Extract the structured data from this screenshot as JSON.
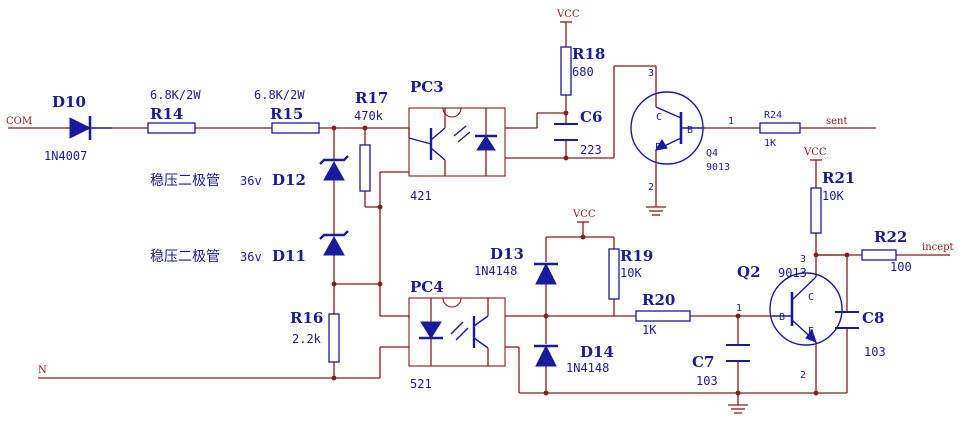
{
  "nets": {
    "com": "COM",
    "n": "N",
    "vcc_top": "VCC",
    "vcc_mid": "VCC",
    "vcc_right": "VCC",
    "sent": "sent",
    "incept": "incept"
  },
  "components": {
    "d10": {
      "ref": "D10",
      "value": "1N4007"
    },
    "r14": {
      "ref": "R14",
      "value": "6.8K/2W"
    },
    "r15": {
      "ref": "R15",
      "value": "6.8K/2W"
    },
    "r17": {
      "ref": "R17",
      "value": "470k"
    },
    "d12": {
      "ref": "D12",
      "desc": "稳压二极管",
      "rating": "36v"
    },
    "d11": {
      "ref": "D11",
      "desc": "稳压二极管",
      "rating": "36v"
    },
    "r16": {
      "ref": "R16",
      "value": "2.2k"
    },
    "pc3": {
      "ref": "PC3",
      "part": "421"
    },
    "pc4": {
      "ref": "PC4",
      "part": "521"
    },
    "r18": {
      "ref": "R18",
      "value": "680"
    },
    "c6": {
      "ref": "C6",
      "value": "223"
    },
    "q4": {
      "ref": "Q4",
      "part": "9013"
    },
    "r24": {
      "ref": "R24",
      "value": "1K"
    },
    "r21": {
      "ref": "R21",
      "value": "10K"
    },
    "r22": {
      "ref": "R22",
      "value": "100"
    },
    "d13": {
      "ref": "D13",
      "value": "1N4148"
    },
    "d14": {
      "ref": "D14",
      "value": "1N4148"
    },
    "r19": {
      "ref": "R19",
      "value": "10K"
    },
    "r20": {
      "ref": "R20",
      "value": "1K"
    },
    "c7": {
      "ref": "C7",
      "value": "103"
    },
    "q2": {
      "ref": "Q2",
      "part": "9013"
    },
    "c8": {
      "ref": "C8",
      "value": "103"
    }
  },
  "pins": {
    "q4_collector": "3",
    "q4_base": "1",
    "q4_emitter": "2",
    "q4_c": "C",
    "q4_b": "B",
    "q4_e": "E",
    "q2_collector": "3",
    "q2_base": "1",
    "q2_emitter": "2",
    "q2_c": "C",
    "q2_b": "B",
    "q2_e": "E"
  },
  "colors": {
    "wire": "#8b1a1a",
    "component": "#1a1aa0",
    "junction": "#8b1a1a"
  }
}
